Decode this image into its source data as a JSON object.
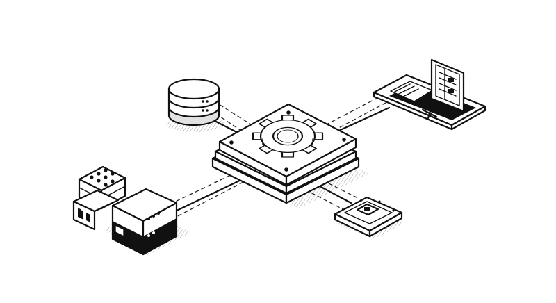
{
  "diagram": {
    "style": "isometric line-art",
    "colors": {
      "ink": "#111111",
      "paper": "#ffffff",
      "shadow": "#8a8a8a"
    },
    "hub": {
      "icon": "gear-icon"
    },
    "nodes": [
      {
        "id": "database",
        "icon": "database-icon"
      },
      {
        "id": "laptop",
        "icon": "laptop-icon"
      },
      {
        "id": "chip",
        "icon": "chip-icon"
      },
      {
        "id": "server-cluster",
        "icon": "server-icon"
      }
    ]
  }
}
